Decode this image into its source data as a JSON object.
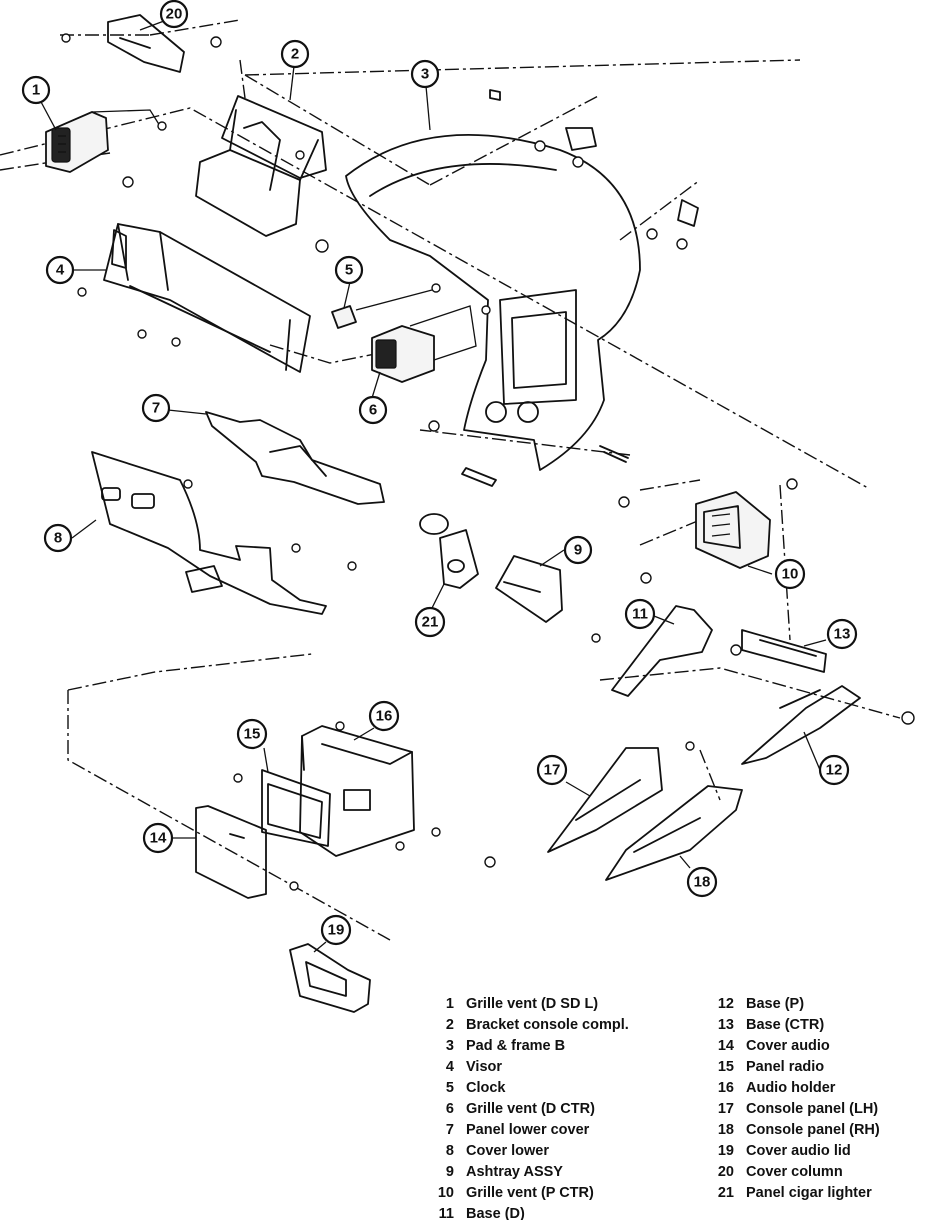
{
  "callouts": [
    "1",
    "2",
    "3",
    "4",
    "5",
    "6",
    "7",
    "8",
    "9",
    "10",
    "11",
    "12",
    "13",
    "14",
    "15",
    "16",
    "17",
    "18",
    "19",
    "20",
    "21"
  ],
  "legend": [
    {
      "num": "1",
      "name": "Grille vent (D SD L)"
    },
    {
      "num": "2",
      "name": "Bracket console compl."
    },
    {
      "num": "3",
      "name": "Pad & frame B"
    },
    {
      "num": "4",
      "name": "Visor"
    },
    {
      "num": "5",
      "name": "Clock"
    },
    {
      "num": "6",
      "name": "Grille vent (D CTR)"
    },
    {
      "num": "7",
      "name": "Panel lower cover"
    },
    {
      "num": "8",
      "name": "Cover lower"
    },
    {
      "num": "9",
      "name": "Ashtray ASSY"
    },
    {
      "num": "10",
      "name": "Grille vent (P CTR)"
    },
    {
      "num": "11",
      "name": "Base (D)"
    },
    {
      "num": "12",
      "name": "Base (P)"
    },
    {
      "num": "13",
      "name": "Base (CTR)"
    },
    {
      "num": "14",
      "name": "Cover audio"
    },
    {
      "num": "15",
      "name": "Panel radio"
    },
    {
      "num": "16",
      "name": "Audio holder"
    },
    {
      "num": "17",
      "name": "Console panel (LH)"
    },
    {
      "num": "18",
      "name": "Console panel (RH)"
    },
    {
      "num": "19",
      "name": "Cover audio lid"
    },
    {
      "num": "20",
      "name": "Cover column"
    },
    {
      "num": "21",
      "name": "Panel cigar lighter"
    }
  ]
}
